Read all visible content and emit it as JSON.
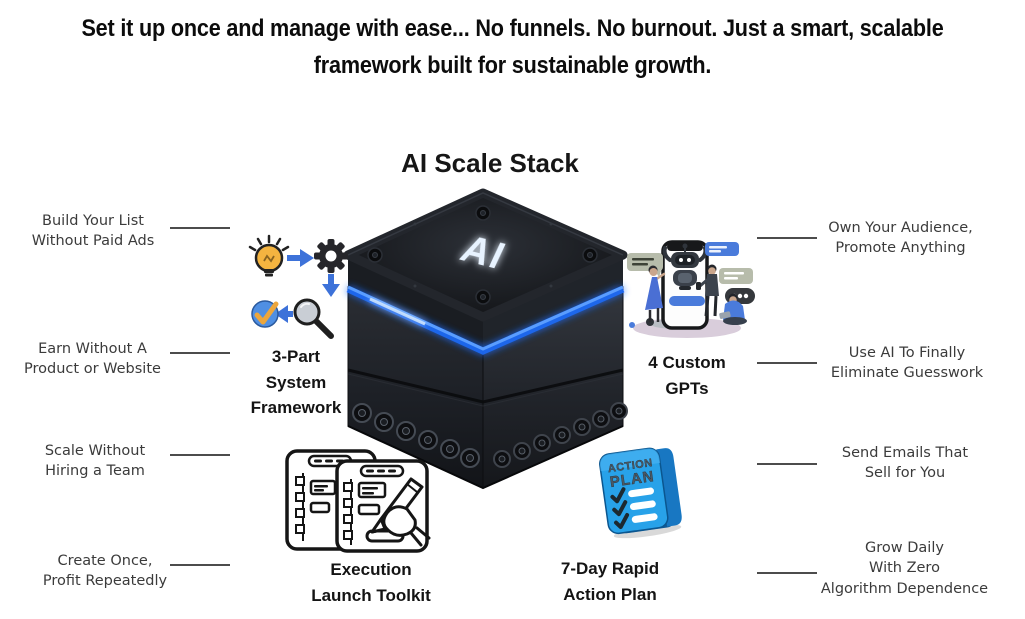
{
  "headline": "Set it up once and manage with ease... No funnels. No burnout. Just a smart, scalable\nframework built for sustainable growth.",
  "diagram": {
    "title": "AI Scale Stack",
    "cube": {
      "label": "AI"
    },
    "left_callouts": [
      "Build Your List\nWithout Paid Ads",
      "Earn Without A\nProduct or Website",
      "Scale Without\nHiring a Team",
      "Create Once,\nProfit Repeatedly"
    ],
    "right_callouts": [
      "Own Your Audience,\nPromote Anything",
      "Use AI To Finally\nEliminate Guesswork",
      "Send Emails That\nSell for You",
      "Grow Daily\nWith Zero\nAlgorithm Dependence"
    ],
    "components": [
      {
        "icon": "process-flow-icon",
        "label": "3-Part\nSystem\nFramework"
      },
      {
        "icon": "chatbot-phone-icon",
        "label": "4 Custom\nGPTs"
      },
      {
        "icon": "checklist-boards-icon",
        "label": "Execution\nLaunch Toolkit"
      },
      {
        "icon": "action-plan-book-icon",
        "label": "7-Day Rapid\nAction Plan"
      }
    ],
    "book_text": {
      "line1": "ACTION",
      "line2": "PLAN"
    }
  },
  "colors": {
    "accent_blue_glow": "#2f7dff",
    "arrow_blue": "#3d72d9",
    "bulb_yellow": "#f4b440",
    "check_blue": "#4f8fe3",
    "check_mark_yellow": "#eca63c",
    "book_blue": "#28a2e9",
    "bubble_blue": "#4a7bdb",
    "bubble_olive": "#b7bcab",
    "base_ellipse_mauve": "#d9cddb"
  }
}
